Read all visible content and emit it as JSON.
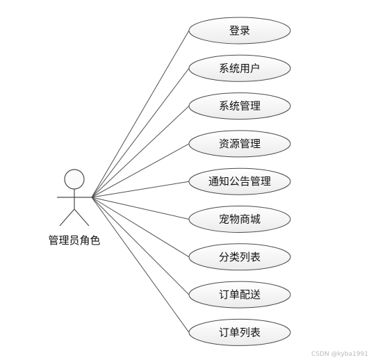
{
  "actor": {
    "name": "管理员角色"
  },
  "use_cases": [
    {
      "id": "login",
      "label": "登录"
    },
    {
      "id": "system-users",
      "label": "系统用户"
    },
    {
      "id": "system-management",
      "label": "系统管理"
    },
    {
      "id": "resource-management",
      "label": "资源管理"
    },
    {
      "id": "announcement-management",
      "label": "通知公告管理"
    },
    {
      "id": "pet-mall",
      "label": "宠物商城"
    },
    {
      "id": "category-list",
      "label": "分类列表"
    },
    {
      "id": "order-delivery",
      "label": "订单配送"
    },
    {
      "id": "order-list",
      "label": "订单列表"
    }
  ],
  "watermark": "CSDN @kyba1991"
}
